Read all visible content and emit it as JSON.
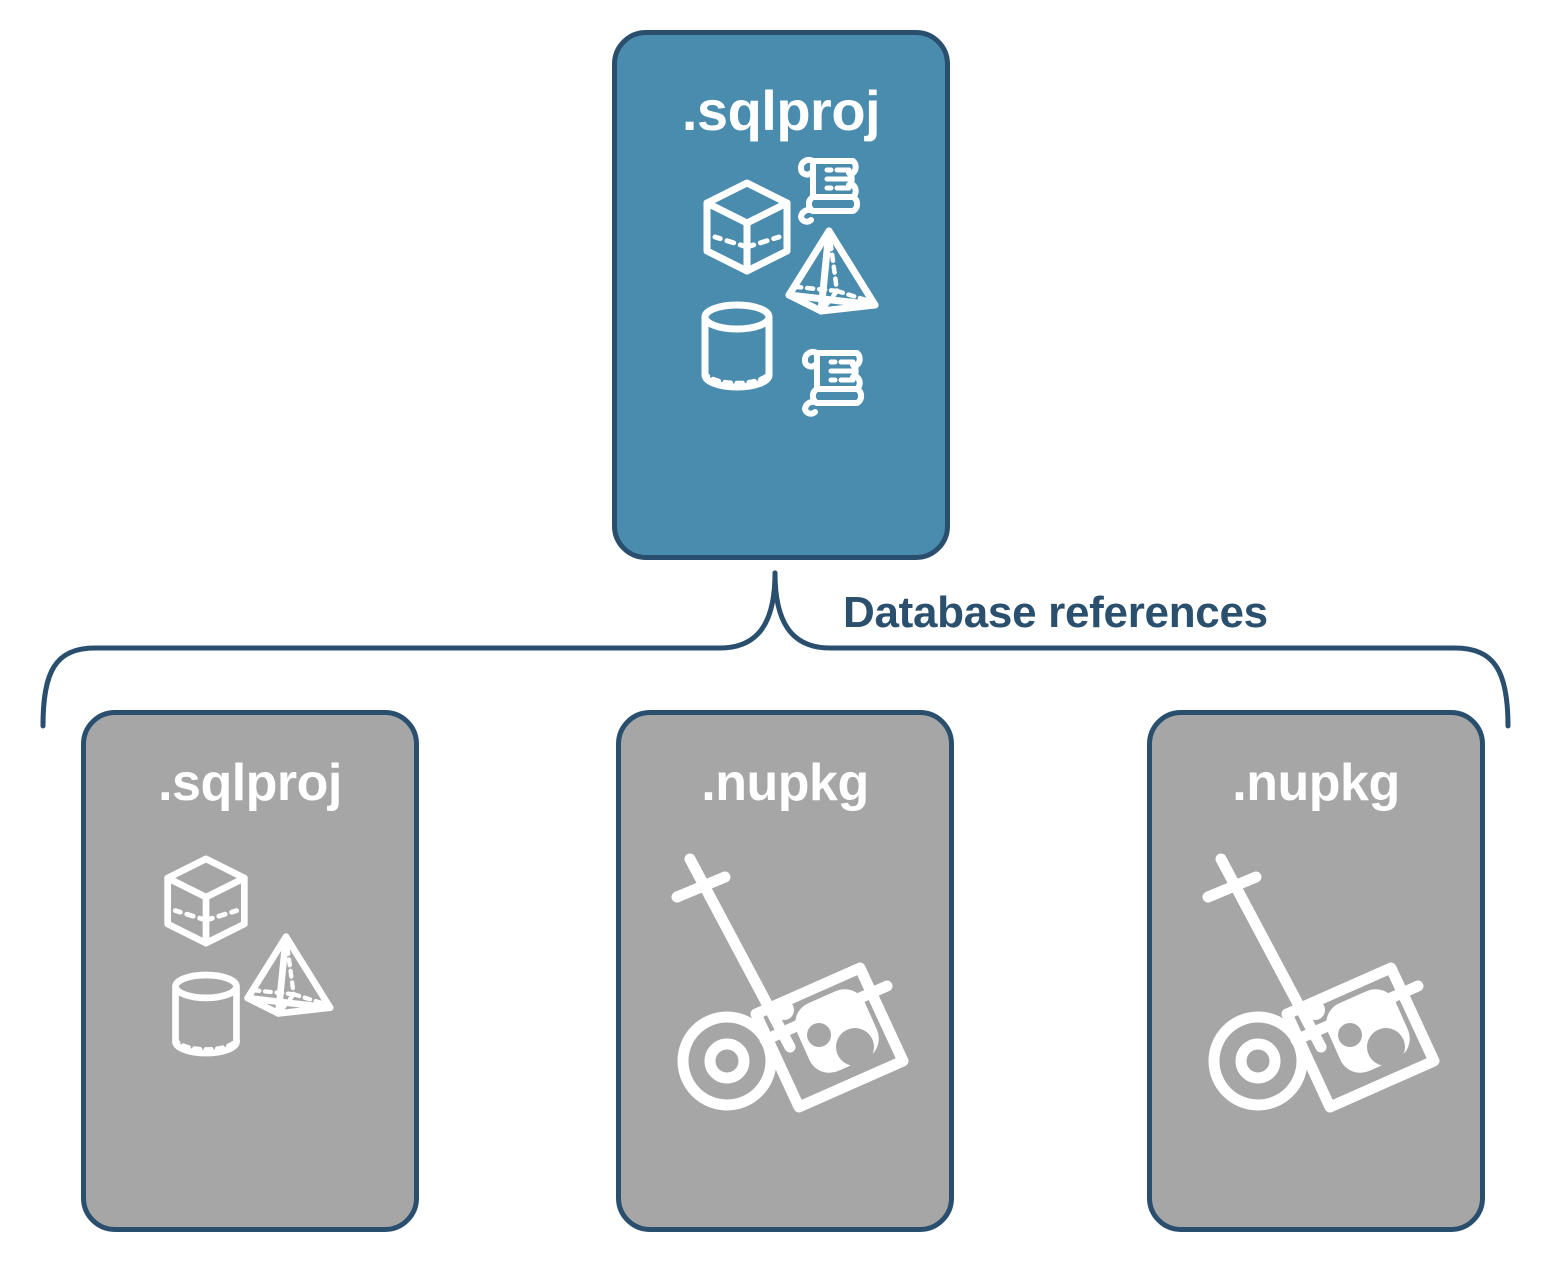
{
  "diagram": {
    "title_text": "Database references",
    "type": "hierarchy",
    "colors": {
      "primary_node_fill": "#4a8cad",
      "reference_node_fill": "#a6a6a6",
      "border": "#2a4f6e",
      "label_text": "#2a506e",
      "node_text": "#ffffff",
      "background": "#ffffff"
    }
  },
  "root": {
    "label": ".sqlproj",
    "fill": "blue",
    "icons": [
      "cube-icon",
      "scroll-icon",
      "pyramid-icon",
      "cylinder-icon",
      "scroll-icon"
    ]
  },
  "connector": {
    "label": "Database references",
    "style": "curly-brace"
  },
  "references": [
    {
      "label": ".sqlproj",
      "fill": "gray",
      "icons": [
        "cube-icon",
        "pyramid-icon",
        "cylinder-icon"
      ]
    },
    {
      "label": ".nupkg",
      "fill": "gray",
      "icons": [
        "hand-truck-package-icon"
      ]
    },
    {
      "label": ".nupkg",
      "fill": "gray",
      "icons": [
        "hand-truck-package-icon"
      ]
    }
  ]
}
